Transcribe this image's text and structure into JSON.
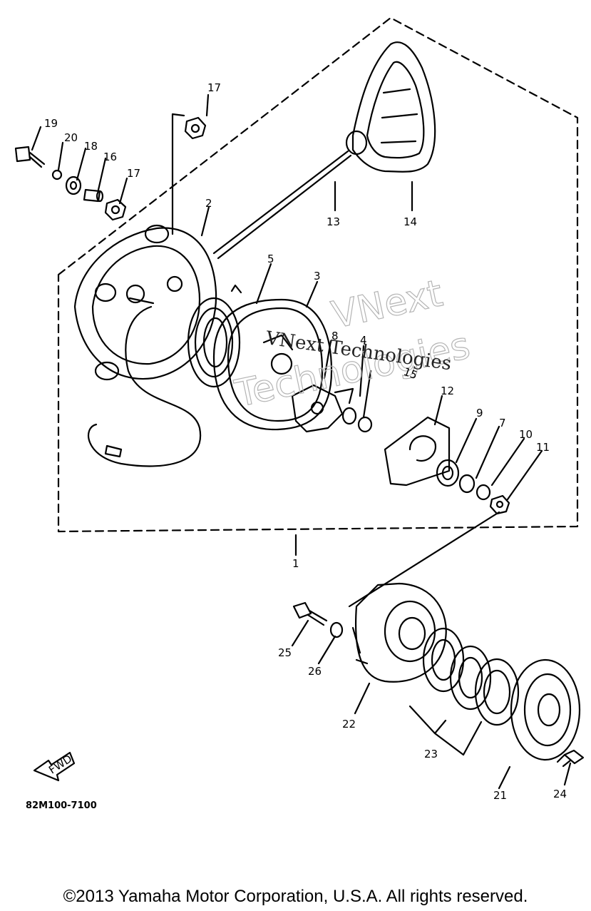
{
  "diagram": {
    "code": "82M100-7100",
    "fwd_label": "FWD",
    "copyright": "©2013 Yamaha Motor Corporation, U.S.A. All rights reserved.",
    "watermarks": [
      "VNext",
      "Technologies",
      "VNext Technologies"
    ],
    "callouts": [
      {
        "id": "c1",
        "label": "1"
      },
      {
        "id": "c2",
        "label": "2"
      },
      {
        "id": "c3",
        "label": "3"
      },
      {
        "id": "c4",
        "label": "4"
      },
      {
        "id": "c5",
        "label": "5"
      },
      {
        "id": "c7",
        "label": "7"
      },
      {
        "id": "c8",
        "label": "8"
      },
      {
        "id": "c9",
        "label": "9"
      },
      {
        "id": "c10",
        "label": "10"
      },
      {
        "id": "c11",
        "label": "11"
      },
      {
        "id": "c12",
        "label": "12"
      },
      {
        "id": "c13",
        "label": "13"
      },
      {
        "id": "c14",
        "label": "14"
      },
      {
        "id": "c15",
        "label": "15"
      },
      {
        "id": "c16",
        "label": "16"
      },
      {
        "id": "c17a",
        "label": "17"
      },
      {
        "id": "c17b",
        "label": "17"
      },
      {
        "id": "c18",
        "label": "18"
      },
      {
        "id": "c19",
        "label": "19"
      },
      {
        "id": "c20",
        "label": "20"
      },
      {
        "id": "c21",
        "label": "21"
      },
      {
        "id": "c22",
        "label": "22"
      },
      {
        "id": "c23",
        "label": "23"
      },
      {
        "id": "c24",
        "label": "24"
      },
      {
        "id": "c25",
        "label": "25"
      },
      {
        "id": "c26",
        "label": "26"
      }
    ]
  }
}
